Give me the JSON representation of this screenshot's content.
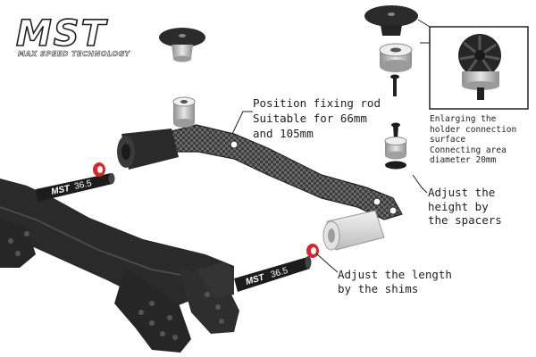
{
  "logo": {
    "main": "MST",
    "sub": "MAX SPEED TECHNOLOGY"
  },
  "annotations": {
    "fixing_rod": "Position fixing rod\nSuitable for 66mm\nand 105mm",
    "holder": "Enlarging the\nholder connection\nsurface\nConnecting area\ndiameter 20mm",
    "height": "Adjust the\nheight by\nthe spacers",
    "length": "Adjust the length\nby the shims"
  },
  "posts": [
    {
      "brand": "MST",
      "value": "36.5"
    },
    {
      "brand": "MST",
      "value": "36.5"
    }
  ],
  "colors": {
    "frame": "#2a2a2a",
    "carbon": "#3b3b3b",
    "shim": "#d9262a",
    "metal": "#bdbdbd",
    "text": "#222222"
  }
}
